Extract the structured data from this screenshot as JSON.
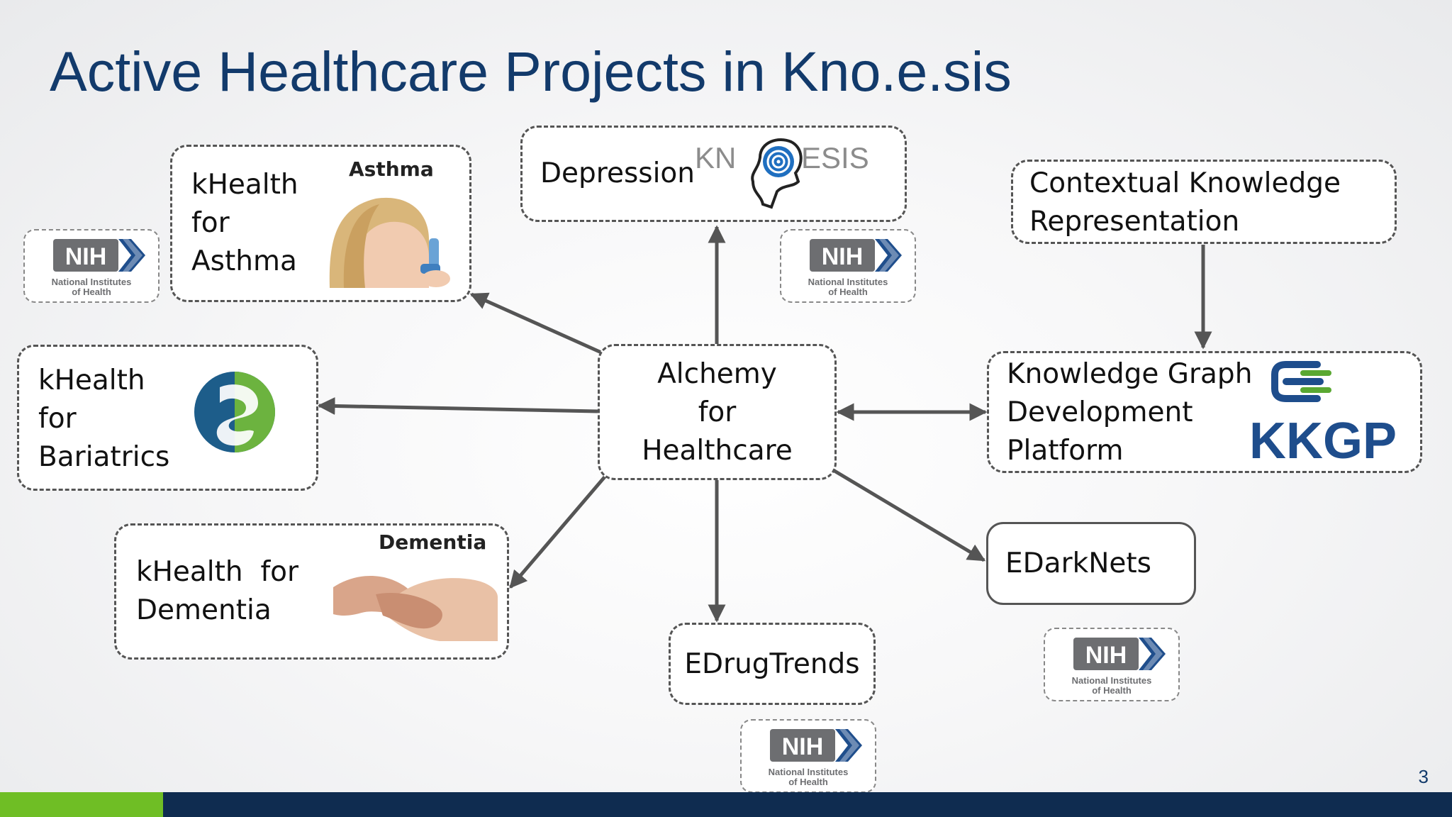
{
  "slide": {
    "title": "Active Healthcare Projects in Kno.e.sis",
    "page_number": "3"
  },
  "center": {
    "label": "Alchemy\nfor\nHealthcare"
  },
  "nodes": {
    "asthma": {
      "label": "kHealth\nfor\nAsthma",
      "caption": "Asthma"
    },
    "depression": {
      "label": "Depression",
      "logo_text": "KNOESIS"
    },
    "contextual": {
      "label": "Contextual Knowledge\nRepresentation"
    },
    "bariatrics": {
      "label": "kHealth\nfor\nBariatrics"
    },
    "kkgp": {
      "label": "Knowledge Graph\nDevelopment\nPlatform",
      "logo_text": "KKGP"
    },
    "dementia": {
      "label": "kHealth  for\nDementia",
      "caption": "Dementia"
    },
    "edrugtrends": {
      "label": "EDrugTrends"
    },
    "edarknets": {
      "label": "EDarkNets"
    }
  },
  "nih_badge": {
    "mark": "NIH",
    "line1": "National Institutes",
    "line2": "of Health"
  },
  "colors": {
    "title": "#123a6b",
    "arrow": "#555555",
    "footer_green": "#6fbe25",
    "footer_navy": "#0f2c50",
    "nih_gray": "#6d6e71",
    "nih_blue": "#1f4e8c",
    "kkgp_blue": "#1e4d8c",
    "kkgp_green": "#5aa832"
  },
  "icons": [
    "nih-logo",
    "knoesis-logo",
    "kkgp-logo",
    "bariatrics-logo",
    "asthma-photo",
    "dementia-photo"
  ]
}
